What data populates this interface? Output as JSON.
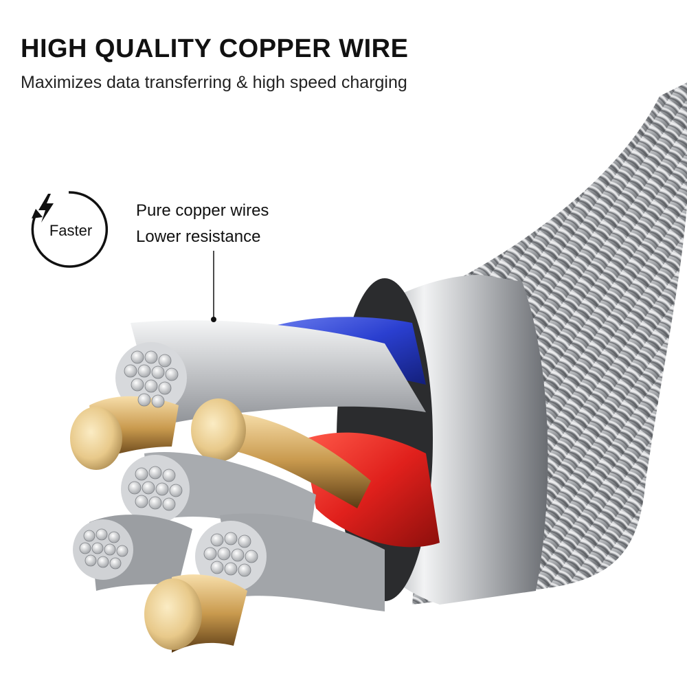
{
  "header": {
    "title": "HIGH QUALITY COPPER WIRE",
    "subtitle": "Maximizes data transferring & high speed charging"
  },
  "badge": {
    "label": "Faster",
    "icon": "lightning-bolt-icon"
  },
  "callout": {
    "line1": "Pure copper wires",
    "line2": "Lower resistance"
  },
  "colors": {
    "text": "#111111",
    "copper": "#e8c98a",
    "silver": "#c9cbce",
    "blue_insulation": "#2a3fd0",
    "red_insulation": "#e0201c",
    "braid": "#8f9296"
  }
}
